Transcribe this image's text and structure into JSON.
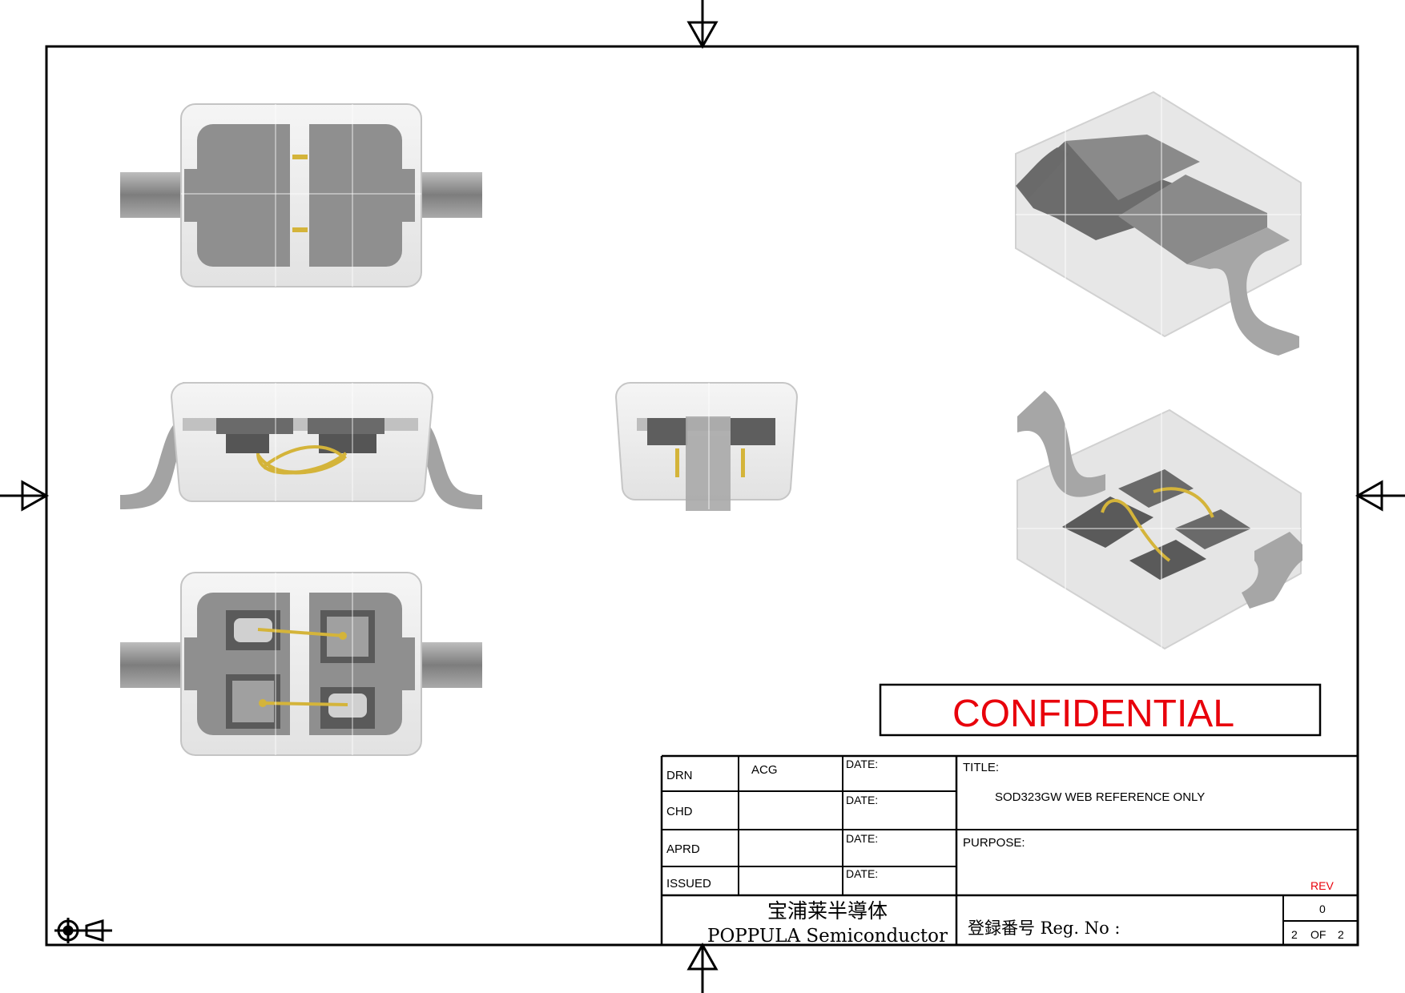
{
  "stamp": {
    "text": "CONFIDENTIAL",
    "color": "#e8000b"
  },
  "title_block": {
    "drn_label": "DRN",
    "drn_value": "ACG",
    "chd_label": "CHD",
    "aprd_label": "APRD",
    "issued_label": "ISSUED",
    "date_label": "DATE:",
    "title_label": "TITLE:",
    "title_value": "SOD323GW WEB REFERENCE ONLY",
    "purpose_label": "PURPOSE:",
    "rev_label": "REV",
    "rev_value": "0",
    "sheet_current": "2",
    "sheet_of": "OF",
    "sheet_total": "2",
    "company_cn": "宝浦莱半導体",
    "company_en": "POPPULA Semiconductor",
    "reg_label": "登録番号  Reg. No :"
  },
  "colors": {
    "body_fill": "#ececec",
    "pad_fill": "#8f8f8f",
    "lead_fill": "#9a9a9a",
    "wire": "#d4b43a",
    "frame": "#000000"
  },
  "icons": {
    "projection_symbol": "first-angle-projection-icon",
    "centering_marks": "centering-arrow-icon"
  }
}
